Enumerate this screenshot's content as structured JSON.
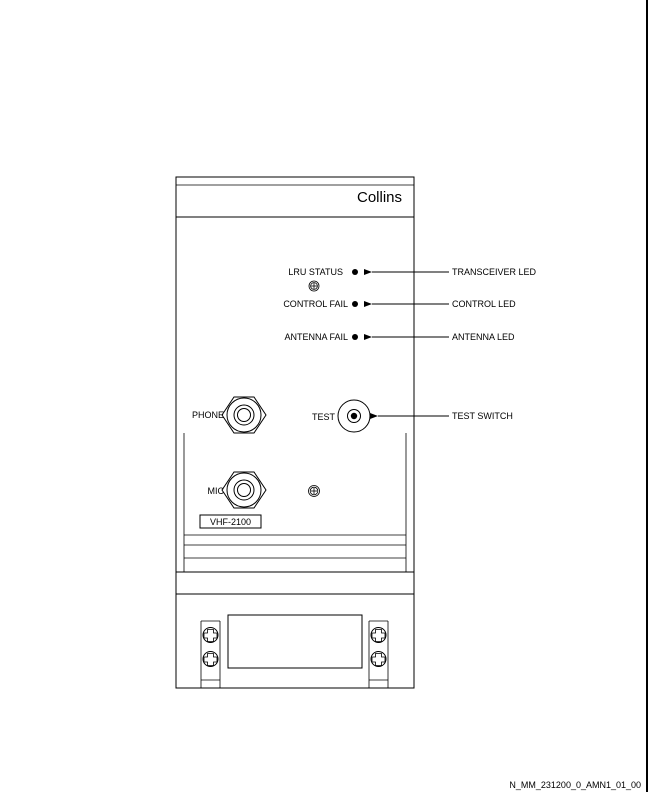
{
  "brand": "Collins",
  "model": "VHF-2100",
  "indicators": [
    {
      "panel_label": "LRU STATUS",
      "callout": "TRANSCEIVER LED"
    },
    {
      "panel_label": "CONTROL FAIL",
      "callout": "CONTROL LED"
    },
    {
      "panel_label": "ANTENNA FAIL",
      "callout": "ANTENNA LED"
    }
  ],
  "jacks": {
    "phone": "PHONE",
    "mic": "MIC"
  },
  "test": {
    "panel_label": "TEST",
    "callout": "TEST SWITCH"
  },
  "figure_id": "N_MM_231200_0_AMN1_01_00"
}
